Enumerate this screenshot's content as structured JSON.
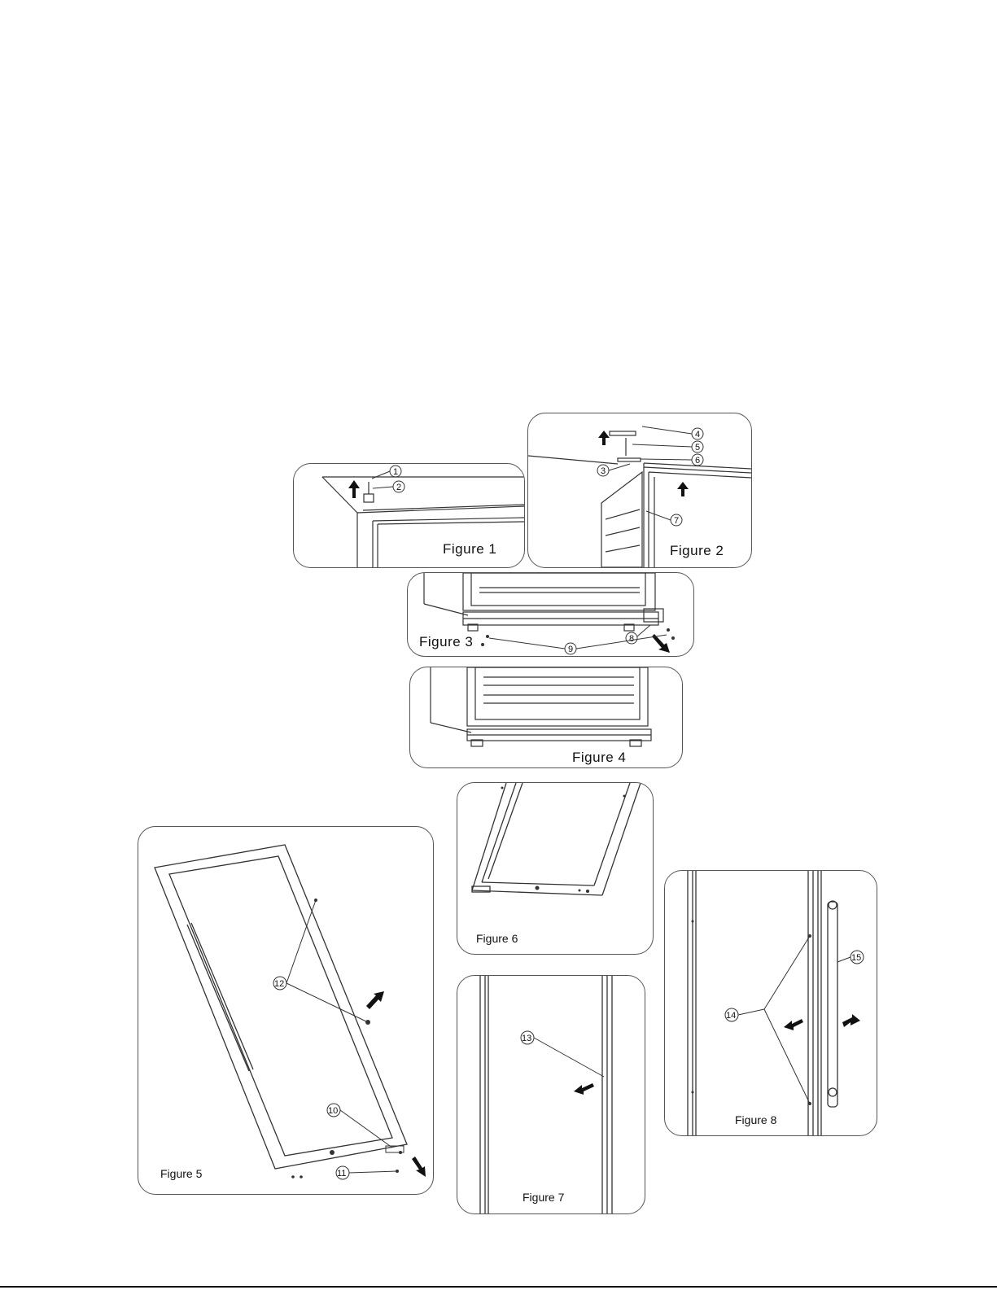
{
  "figures": {
    "f1": "Figure 1",
    "f2": "Figure 2",
    "f3": "Figure 3",
    "f4": "Figure 4",
    "f5": "Figure 5",
    "f6": "Figure 6",
    "f7": "Figure 7",
    "f8": "Figure 8"
  },
  "callouts": {
    "c1": "1",
    "c2": "2",
    "c3": "3",
    "c4": "4",
    "c5": "5",
    "c6": "6",
    "c7": "7",
    "c8": "8",
    "c9": "9",
    "c10": "10",
    "c11": "11",
    "c12": "12",
    "c13": "13",
    "c14": "14",
    "c15": "15"
  }
}
